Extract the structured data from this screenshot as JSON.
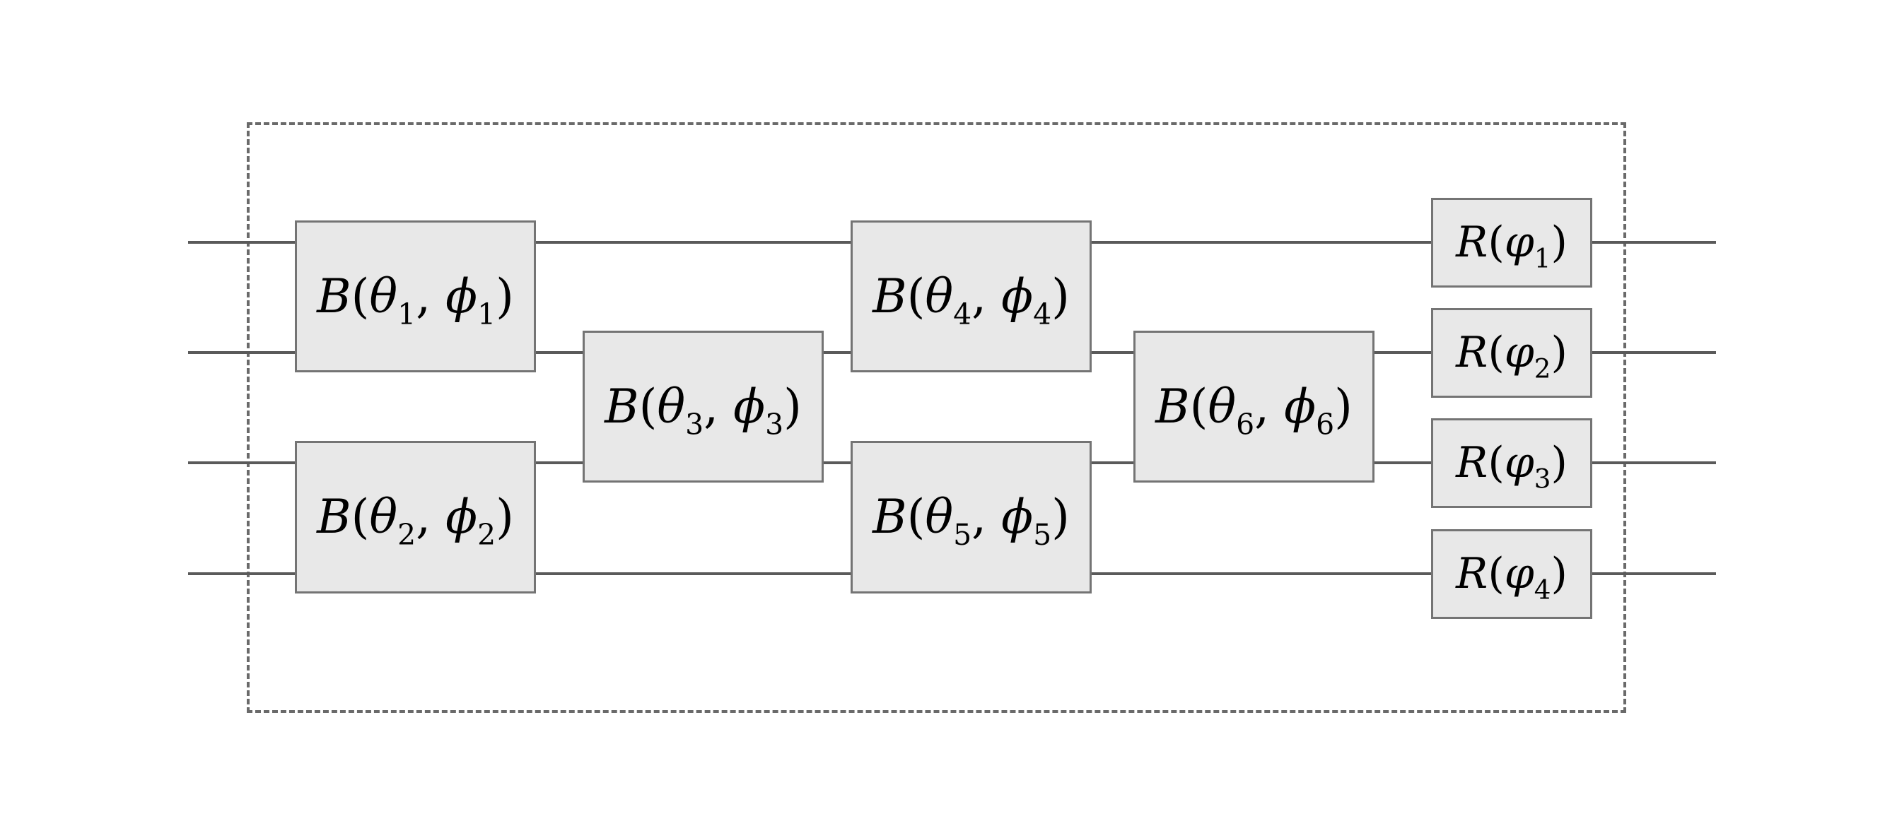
{
  "circuit": {
    "colors": {
      "background": "#ffffff",
      "gate_fill": "#e8e8e8",
      "gate_border": "#747474",
      "wire": "#5a5a5a",
      "boundary_dash": "#6a6a6a",
      "label_text": "#000000"
    },
    "wires": [
      {
        "index": 1
      },
      {
        "index": 2
      },
      {
        "index": 3
      },
      {
        "index": 4
      }
    ],
    "beamsplitters": [
      {
        "id": "B1",
        "func": "B",
        "lparen": "(",
        "arg1": {
          "sym": "θ",
          "sub": "1"
        },
        "comma": ", ",
        "arg2": {
          "sym": "ϕ",
          "sub": "1"
        },
        "rparen": ")",
        "wires": [
          1,
          2
        ]
      },
      {
        "id": "B2",
        "func": "B",
        "lparen": "(",
        "arg1": {
          "sym": "θ",
          "sub": "2"
        },
        "comma": ", ",
        "arg2": {
          "sym": "ϕ",
          "sub": "2"
        },
        "rparen": ")",
        "wires": [
          3,
          4
        ]
      },
      {
        "id": "B3",
        "func": "B",
        "lparen": "(",
        "arg1": {
          "sym": "θ",
          "sub": "3"
        },
        "comma": ", ",
        "arg2": {
          "sym": "ϕ",
          "sub": "3"
        },
        "rparen": ")",
        "wires": [
          2,
          3
        ]
      },
      {
        "id": "B4",
        "func": "B",
        "lparen": "(",
        "arg1": {
          "sym": "θ",
          "sub": "4"
        },
        "comma": ", ",
        "arg2": {
          "sym": "ϕ",
          "sub": "4"
        },
        "rparen": ")",
        "wires": [
          1,
          2
        ]
      },
      {
        "id": "B5",
        "func": "B",
        "lparen": "(",
        "arg1": {
          "sym": "θ",
          "sub": "5"
        },
        "comma": ", ",
        "arg2": {
          "sym": "ϕ",
          "sub": "5"
        },
        "rparen": ")",
        "wires": [
          3,
          4
        ]
      },
      {
        "id": "B6",
        "func": "B",
        "lparen": "(",
        "arg1": {
          "sym": "θ",
          "sub": "6"
        },
        "comma": ", ",
        "arg2": {
          "sym": "ϕ",
          "sub": "6"
        },
        "rparen": ")",
        "wires": [
          2,
          3
        ]
      }
    ],
    "phase_shifters": [
      {
        "id": "R1",
        "func": "R",
        "lparen": "(",
        "arg": {
          "sym": "φ",
          "sub": "1"
        },
        "rparen": ")",
        "wire": 1
      },
      {
        "id": "R2",
        "func": "R",
        "lparen": "(",
        "arg": {
          "sym": "φ",
          "sub": "2"
        },
        "rparen": ")",
        "wire": 2
      },
      {
        "id": "R3",
        "func": "R",
        "lparen": "(",
        "arg": {
          "sym": "φ",
          "sub": "3"
        },
        "rparen": ")",
        "wire": 3
      },
      {
        "id": "R4",
        "func": "R",
        "lparen": "(",
        "arg": {
          "sym": "φ",
          "sub": "4"
        },
        "rparen": ")",
        "wire": 4
      }
    ]
  }
}
